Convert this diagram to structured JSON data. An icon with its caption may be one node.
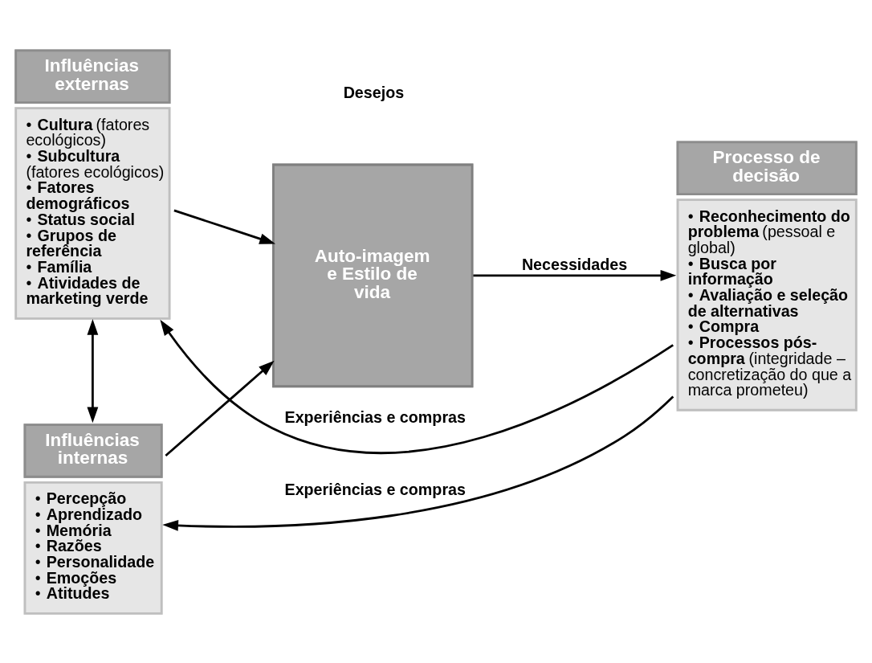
{
  "diagram": {
    "nodes": [
      {
        "text": [
          "Influências externas",
          "• **Cultura** (fatores ecológicos)",
          "• **Subcultura** (fatores ecológicos)",
          "• **Fatores demográficos**",
          "• **Status social**",
          "• **Grupos de referência**",
          "• **Família**",
          "• **Atividades de marketing verde**"
        ]
      },
      {
        "text": [
          "Influências internas",
          "• **Percepção**",
          "• **Aprendizado**",
          "• **Memória**",
          "• **Razões**",
          "• **Personalidade**",
          "• **Emoções**",
          "• **Atitudes**"
        ]
      },
      {
        "text": [
          "Auto-imagem e Estilo de vida"
        ]
      },
      {
        "text": [
          "Processo de decisão",
          "• **Reconhecimento do problema** (pessoal e global)",
          "• **Busca por informação**",
          "• **Avaliação e seleção de alternativas**",
          "• **Compra**",
          "• **Processos pós-compra** (integridade – concretização do que a marca prometeu)"
        ]
      }
    ],
    "edges": [
      {
        "from": 3,
        "to": 0,
        "arrow": "to",
        "label": "Experiências e compras"
      },
      {
        "from": 0,
        "to": 2,
        "arrow": "to"
      },
      {
        "from": 0,
        "to": 1,
        "arrow": "both"
      },
      {
        "from": 2,
        "to": 3,
        "arrow": "to",
        "label": "Necessidades"
      },
      {
        "from": 1,
        "to": 2,
        "arrow": "to"
      },
      {
        "from": 3,
        "to": 1,
        "arrow": "to",
        "label": "Experiências e compras"
      }
    ],
    "labels": [
      "Desejos"
    ]
  }
}
